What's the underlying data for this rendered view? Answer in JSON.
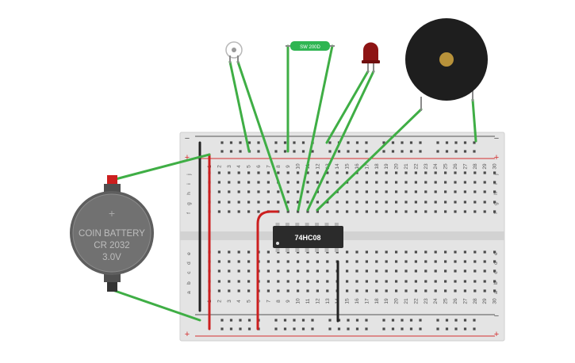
{
  "breadboard": {
    "column_numbers": [
      "1",
      "2",
      "3",
      "4",
      "5",
      "6",
      "7",
      "8",
      "9",
      "10",
      "11",
      "12",
      "13",
      "14",
      "15",
      "16",
      "17",
      "18",
      "19",
      "20",
      "21",
      "22",
      "23",
      "24",
      "25",
      "26",
      "27",
      "28",
      "29",
      "30"
    ],
    "row_letters_top": [
      "j",
      "i",
      "h",
      "g",
      "f"
    ],
    "row_letters_bottom": [
      "e",
      "d",
      "c",
      "b",
      "a"
    ],
    "rail_minus": "−",
    "rail_plus": "+"
  },
  "chip": {
    "label": "74HC08"
  },
  "battery": {
    "line1": "COIN BATTERY",
    "line2": "CR 2032",
    "line3": "3.0V",
    "plus_symbol": "+"
  },
  "tilt_sensor": {
    "label": "SW 200D"
  },
  "colors": {
    "wire_green": "#3fae45",
    "wire_red": "#cc1f1f",
    "wire_black": "#222222",
    "board": "#e4e4e4",
    "rail_red_line": "#d32f2f",
    "led_red": "#8e1414",
    "chip_body": "#2b2b2b",
    "battery_body": "#6b6b6b",
    "buzzer_body": "#1e1e1e",
    "buzzer_center": "#b8923a"
  }
}
